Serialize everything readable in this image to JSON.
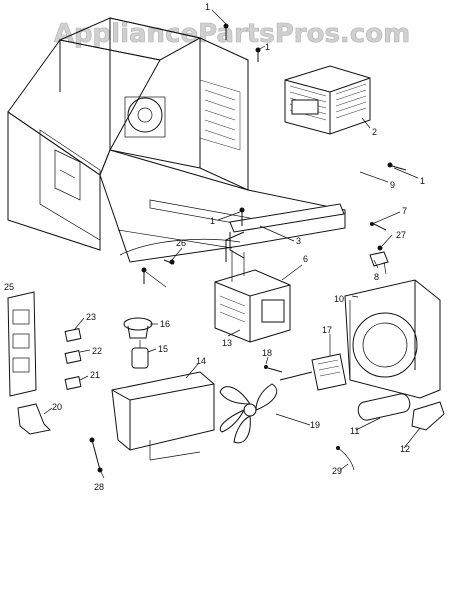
{
  "watermark": "AppliancePartsPros.com",
  "callouts": [
    "1",
    "1",
    "2",
    "1",
    "9",
    "1",
    "7",
    "3",
    "6",
    "27",
    "26",
    "8",
    "10",
    "1",
    "25",
    "23",
    "16",
    "22",
    "15",
    "13",
    "17",
    "18",
    "21",
    "14",
    "20",
    "19",
    "11",
    "12",
    "29",
    "28"
  ]
}
